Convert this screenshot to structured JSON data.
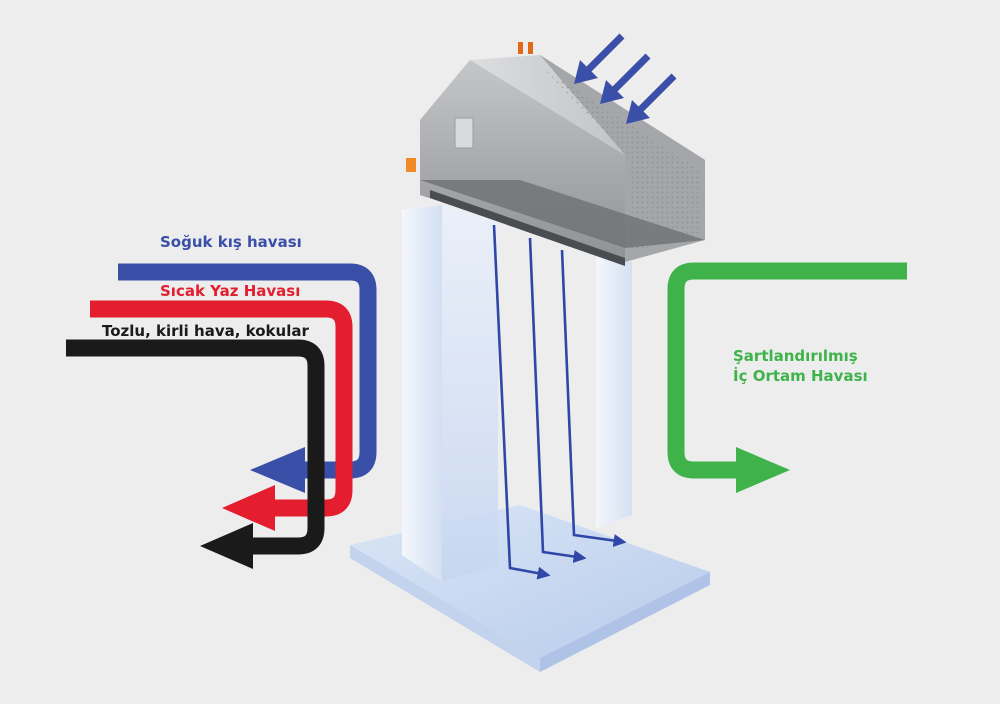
{
  "labels": {
    "cold_winter_air": "Soğuk kış havası",
    "hot_summer_air": "Sıcak Yaz Havası",
    "dusty_air": "Tozlu, kirli hava, kokular",
    "conditioned_air_line1": "Şartlandırılmış",
    "conditioned_air_line2": "İç Ortam Havası"
  },
  "colors": {
    "background": "#ededee",
    "cold": "#3a4fa8",
    "hot": "#e41e2f",
    "dust": "#1a1a1a",
    "conditioned": "#3fb34a",
    "airflow": "#2f47a6",
    "curtain": "#c8d6ee",
    "unit_body": "#a9abad"
  },
  "icons": {
    "device": "air-curtain-unit",
    "intake": "intake-arrow-icon",
    "flow": "airflow-arrow-icon"
  }
}
